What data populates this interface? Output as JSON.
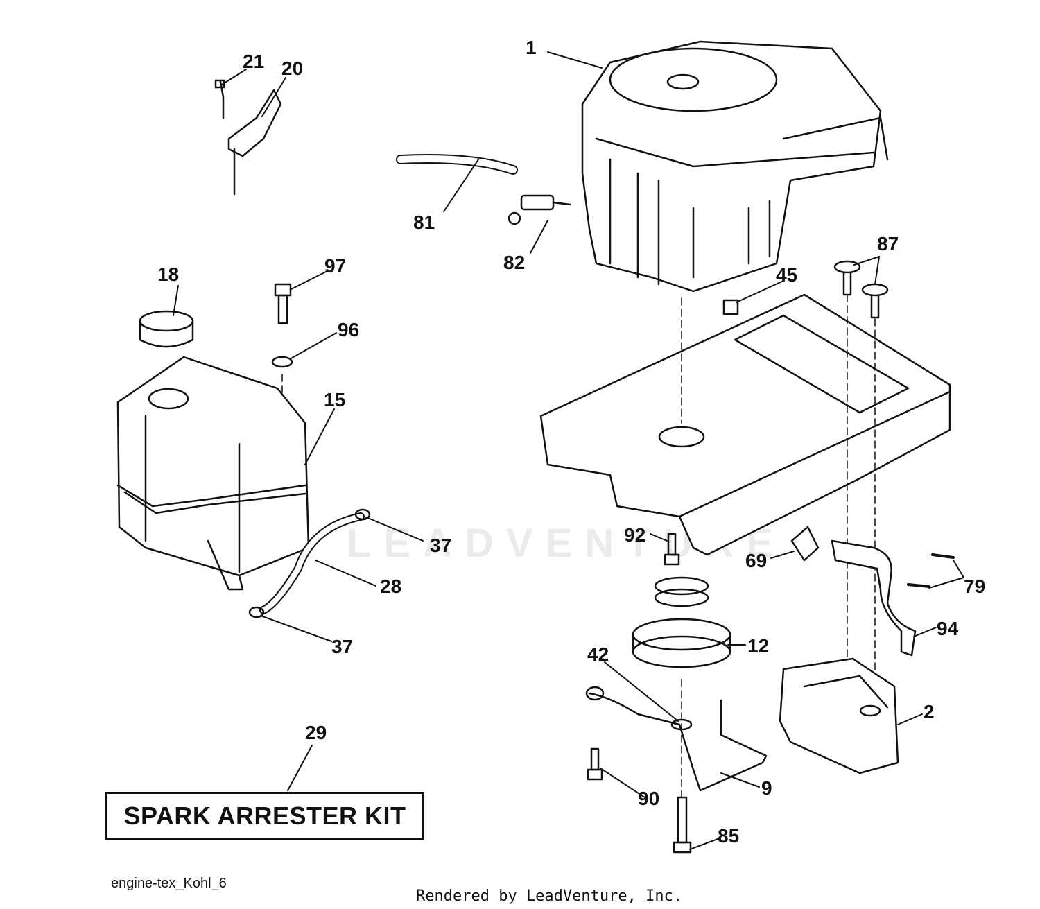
{
  "diagram": {
    "callouts": {
      "c1": "1",
      "c2": "2",
      "c9": "9",
      "c12": "12",
      "c15": "15",
      "c18": "18",
      "c20": "20",
      "c21": "21",
      "c28": "28",
      "c29": "29",
      "c37a": "37",
      "c37b": "37",
      "c42": "42",
      "c45": "45",
      "c69": "69",
      "c79": "79",
      "c81": "81",
      "c82": "82",
      "c85": "85",
      "c87": "87",
      "c90": "90",
      "c92": "92",
      "c94": "94",
      "c96": "96",
      "c97": "97"
    },
    "kit_label": "SPARK ARRESTER KIT",
    "diagram_id": "engine-tex_Kohl_6",
    "footer": "Rendered by LeadVenture, Inc.",
    "watermark": "LEADVENTURE"
  },
  "colors": {
    "ink": "#111111",
    "watermark": "#d8d8d8"
  }
}
